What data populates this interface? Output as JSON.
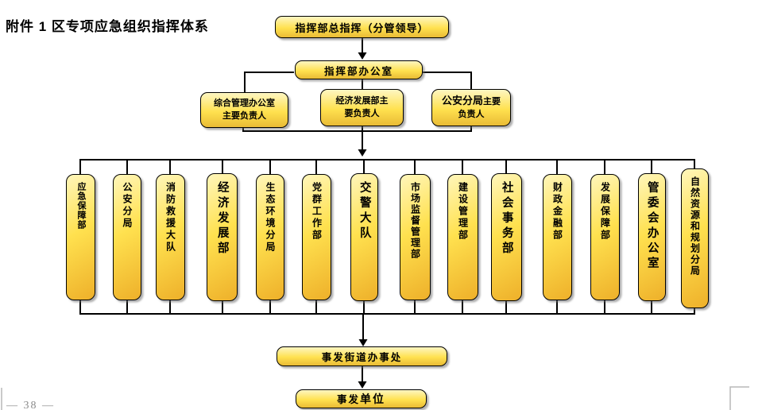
{
  "page": {
    "title": "附件 1 区专项应急组织指挥体系",
    "page_number": "— 38 —"
  },
  "colors": {
    "box_fill_light": "#FFF6BB",
    "box_fill_mid": "#FFE14F",
    "box_fill_dark": "#EEB02A",
    "box_border": "#000000",
    "connector": "#000000",
    "footer_gray": "#8A8A8A"
  },
  "diagram": {
    "commander": {
      "label": "指挥部总指挥（分管领导）"
    },
    "office": {
      "label": "指挥部办公室"
    },
    "leaders": [
      {
        "line1": "综合管理办公室",
        "line2": "主要负责人"
      },
      {
        "line1": "经济发展部主",
        "line2": "要负责人"
      },
      {
        "bold_part": "公安分局",
        "line1_rest": "主要",
        "line2": "负责人"
      }
    ],
    "departments": [
      {
        "label": "应急保障部"
      },
      {
        "label": "公安分局"
      },
      {
        "label": "消防救援大队"
      },
      {
        "label": "经济发展部",
        "emphasis": true
      },
      {
        "label": "生态环境分局"
      },
      {
        "label": "党群工作部"
      },
      {
        "label": "交警大队",
        "emphasis": true
      },
      {
        "label": "市场监督管理部"
      },
      {
        "label": "建设管理部"
      },
      {
        "label": "社会事务部",
        "emphasis": true
      },
      {
        "label": "财政金融部"
      },
      {
        "label": "发展保障部"
      },
      {
        "label": "管委会办公室",
        "emphasis": true
      },
      {
        "label": "自然资源和规划分局"
      }
    ],
    "street_office": {
      "label": "事发街道办事处"
    },
    "incident_unit": {
      "normal_part": "事发",
      "bold_part": "单位"
    }
  }
}
